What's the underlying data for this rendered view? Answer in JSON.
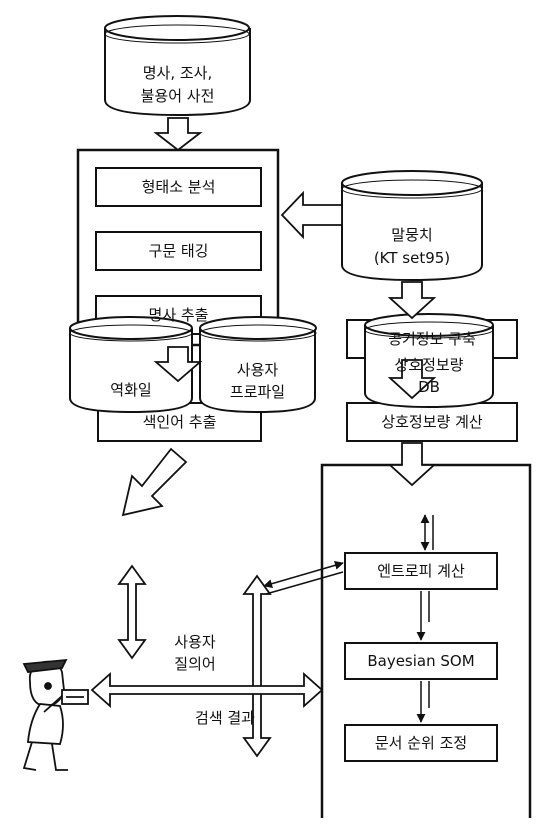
{
  "diagram": {
    "dictionary_db": {
      "line1": "명사, 조사,",
      "line2": "불용어 사전"
    },
    "processing_steps": [
      {
        "label": "형태소 분석"
      },
      {
        "label": "구문 태깅"
      },
      {
        "label": "명사 추출"
      }
    ],
    "corpus_db": {
      "line1": "말뭉치",
      "line2": "(KT set95)"
    },
    "cooccurrence_box": "공기정보 구축",
    "mutual_info_calc_box": "상호정보량 계산",
    "index_extract_box": "색인어 추출",
    "inverted_file_db": "역화일",
    "user_profile_db": {
      "line1": "사용자",
      "line2": "프로파일"
    },
    "mutual_info_db": {
      "line1": "상호정보량",
      "line2": "DB"
    },
    "entropy_box": "엔트로피 계산",
    "bayesian_box": "Bayesian SOM",
    "rerank_box": "문서 순위 조정",
    "user_query_label": {
      "line1": "사용자",
      "line2": "질의어"
    },
    "search_result_label": "검색 결과",
    "user_figure_icon": "person-with-document-icon"
  }
}
